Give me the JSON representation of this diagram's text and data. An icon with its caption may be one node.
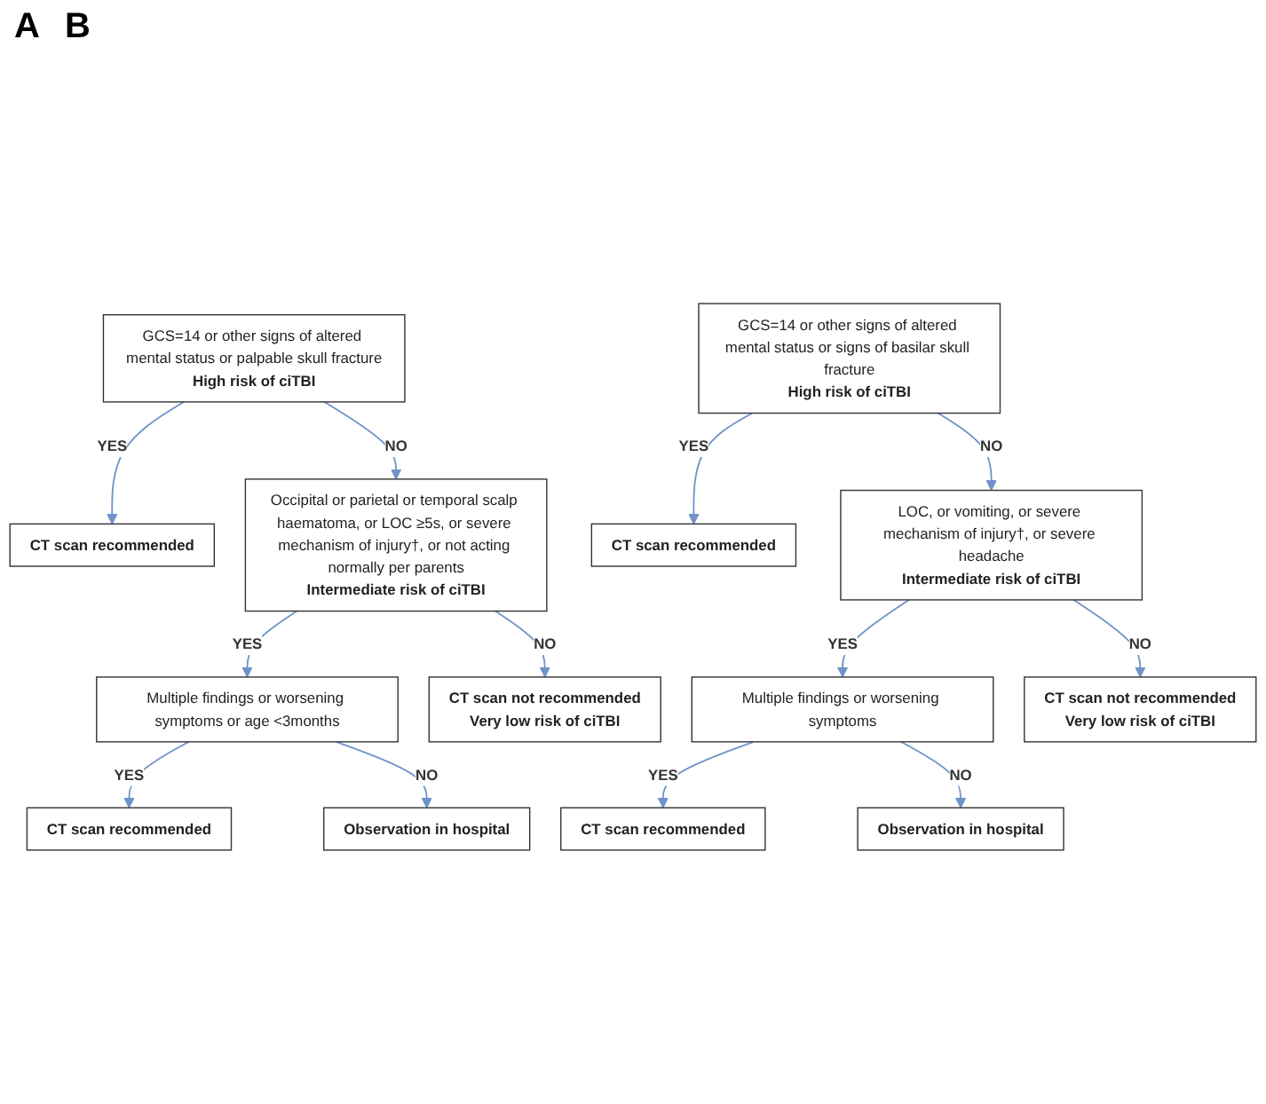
{
  "diagram": {
    "nodes": [
      {
        "text": [
          "GCS=14 or other signs of altered mental status or palpable skull fracture",
          "High risk of ciTBI"
        ]
      },
      {
        "text": [
          "CT scan recommended"
        ]
      },
      {
        "text": [
          "Occipital or parietal or temporal scalp haematoma, or LOC ≥5s, or severe mechanism of injury†, or not acting normally per parents",
          "Intermediate risk of ciTBI"
        ]
      },
      {
        "text": [
          "Multiple findings or worsening symptoms or age <3months"
        ]
      },
      {
        "text": [
          "CT scan recommended"
        ]
      },
      {
        "text": [
          "Observation in hospital"
        ]
      },
      {
        "text": [
          "CT scan not recommended",
          "Very low risk of ciTBI"
        ]
      },
      {
        "text": [
          "GCS=14 or other signs of altered mental status or signs of basilar skull fracture",
          "High risk of ciTBI"
        ]
      },
      {
        "text": [
          "CT scan recommended"
        ]
      },
      {
        "text": [
          "LOC, or vomiting, or severe mechanism of injury†, or severe headache",
          "Intermediate risk of ciTBI"
        ]
      },
      {
        "text": [
          "Multiple findings or worsening symptoms"
        ]
      },
      {
        "text": [
          "CT scan recommended"
        ]
      },
      {
        "text": [
          "Observation in hospital"
        ]
      },
      {
        "text": [
          "CT scan not recommended",
          "Very low risk of ciTBI"
        ]
      }
    ],
    "edges": [
      {
        "from": 0,
        "to": 1,
        "arrow": "to",
        "label": "YES"
      },
      {
        "from": 0,
        "to": 2,
        "arrow": "to",
        "label": "NO"
      },
      {
        "from": 2,
        "to": 3,
        "arrow": "to",
        "label": "YES"
      },
      {
        "from": 3,
        "to": 4,
        "arrow": "to",
        "label": "YES"
      },
      {
        "from": 3,
        "to": 5,
        "arrow": "to",
        "label": "NO"
      },
      {
        "from": 2,
        "to": 6,
        "arrow": "to",
        "label": "NO"
      },
      {
        "from": 7,
        "to": 8,
        "arrow": "to",
        "label": "YES"
      },
      {
        "from": 7,
        "to": 9,
        "arrow": "to",
        "label": "NO"
      },
      {
        "from": 9,
        "to": 10,
        "arrow": "to",
        "label": "YES"
      },
      {
        "from": 10,
        "to": 11,
        "arrow": "to",
        "label": "YES"
      },
      {
        "from": 10,
        "to": 12,
        "arrow": "to",
        "label": "NO"
      },
      {
        "from": 9,
        "to": 13,
        "arrow": "to",
        "label": "NO"
      }
    ],
    "labels": [
      "A",
      "B"
    ]
  }
}
